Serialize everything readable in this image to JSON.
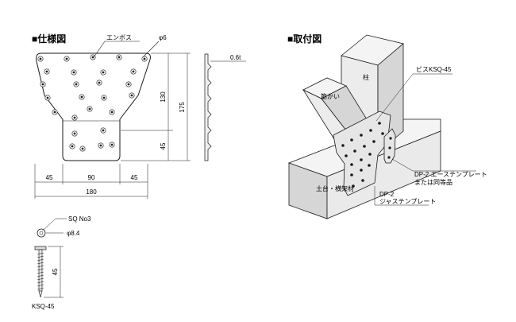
{
  "spec_section": {
    "heading": "■仕様図",
    "emboss_label": "エンボス",
    "hole_dia_label": "φ6",
    "thickness_label": "0.6t",
    "dim_130": "130",
    "dim_175": "175",
    "dim_45_vertical": "45",
    "dim_45_left": "45",
    "dim_90": "90",
    "dim_45_right": "45",
    "dim_180": "180"
  },
  "screw": {
    "head_label": "SQ No3",
    "head_dia_label": "φ8.4",
    "length_label": "45",
    "name_label": "KSQ-45"
  },
  "install_section": {
    "heading": "■取付図",
    "post_label": "柱",
    "brace_label": "筋かい",
    "screw_label": "ビスKSQ-45",
    "sill_label": "土台・横架材",
    "dp2_ace_label_line1": "DP-2 エーステンプレート",
    "dp2_ace_label_line2": "または同等品",
    "dp2_jas_label_line1": "DP-2",
    "dp2_jas_label_line2": "ジャステンプレート"
  },
  "colors": {
    "line": "#1a1a1a",
    "plate_fill": "#efefef",
    "wood_fill": "#f4f4f4",
    "wood_shade": "#d6d6d6",
    "plate_dark": "#bdbdbd"
  }
}
